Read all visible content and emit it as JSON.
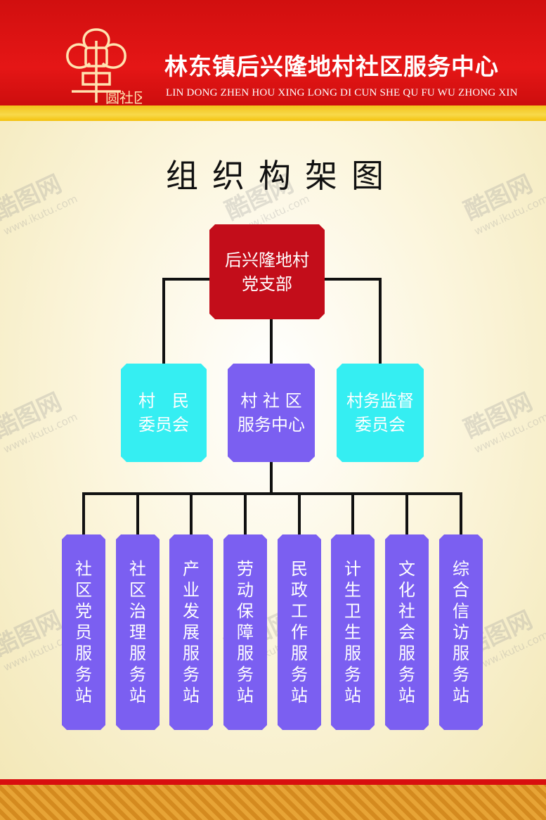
{
  "header": {
    "title": "林东镇后兴隆地村社区服务中心",
    "subtitle": "LIN DONG ZHEN HOU XING LONG DI CUN SHE QU FU WU ZHONG XIN",
    "logo_text": "圆社区"
  },
  "chart_title": "组织构架图",
  "org": {
    "root": {
      "line1": "后兴隆地村",
      "line2": "党支部"
    },
    "level2": [
      {
        "line1": "村　民",
        "line2": "委员会"
      },
      {
        "line1": "村 社 区",
        "line2": "服务中心"
      },
      {
        "line1": "村务监督",
        "line2": "委员会"
      }
    ],
    "stations": [
      "社区党员服务站",
      "社区治理服务站",
      "产业发展服务站",
      "劳动保障服务站",
      "民政工作服务站",
      "计生卫生服务站",
      "文化社会服务站",
      "综合信访服务站"
    ]
  },
  "watermark": {
    "brand": "酷图网",
    "url": "www.ikutu.com"
  },
  "colors": {
    "header_red": "#e51616",
    "stripe_gold": "#f6cf2a",
    "root_box": "#c30d1a",
    "cyan_box": "#35eef2",
    "purple_box": "#7b5ff1",
    "connector": "#111111"
  }
}
